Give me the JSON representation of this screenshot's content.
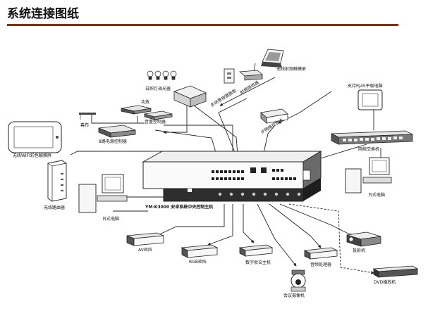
{
  "page": {
    "title": "系统连接图纸"
  },
  "devices": {
    "touch_panel": "无线射频触摸屏",
    "rf_transceiver": "射频接收器",
    "scene_keypad": "多场景按键面板",
    "incandescent_dimmer": "白炽灯调光器",
    "power_amp": "功放",
    "volume_controller": "音量控制器",
    "screen": "幕布",
    "power_controller": "8路电源控制器",
    "wifi_touch_screen": "无线WIFI彩色触摸屏",
    "ip_control_card": "IP网络控制卡",
    "rj45_pc": "支持RJ45平板电脑",
    "network_switch": "网络交换机",
    "desktop_pc_right": "台式电脑",
    "wireless_router": "无线路由器",
    "desktop_pc_left": "台式电脑",
    "central_host": "YM-K3000 安卓系统中央控制主机",
    "av_matrix": "AV矩阵",
    "rgb_matrix": "RGB矩阵",
    "conference_host": "数字会议主机",
    "audio_processor": "音频处理器",
    "projector": "投影机",
    "dvd_player": "DVD播放机",
    "conference_camera": "会议摄像机"
  }
}
